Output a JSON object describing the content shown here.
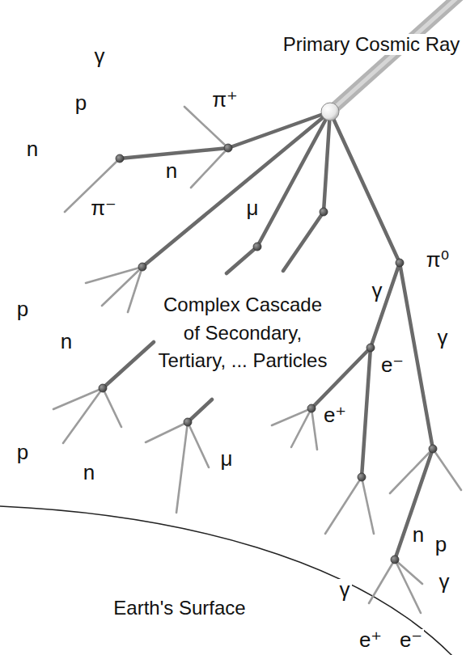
{
  "diagram": {
    "labels": [
      "Primary Cosmic Ray",
      "γ",
      "p",
      "π⁺",
      "n",
      "n",
      "π⁻",
      "μ",
      "π⁰",
      "Complex Cascade of Secondary, Tertiary, ... Particles",
      "γ",
      "γ",
      "p",
      "n",
      "e⁻",
      "e⁺",
      "p",
      "μ",
      "n",
      "n",
      "p",
      "γ",
      "γ",
      "Earth's Surface",
      "e⁺",
      "e⁻"
    ]
  }
}
